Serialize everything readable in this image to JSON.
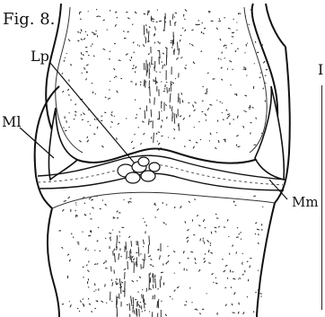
{
  "figure": {
    "title": "Fig. 8.",
    "edge_fragment": "I"
  },
  "labels": {
    "lp": "Lp",
    "ml": "Ml",
    "mm": "Mm"
  },
  "colors": {
    "ink": "#111111",
    "paper": "#ffffff"
  }
}
